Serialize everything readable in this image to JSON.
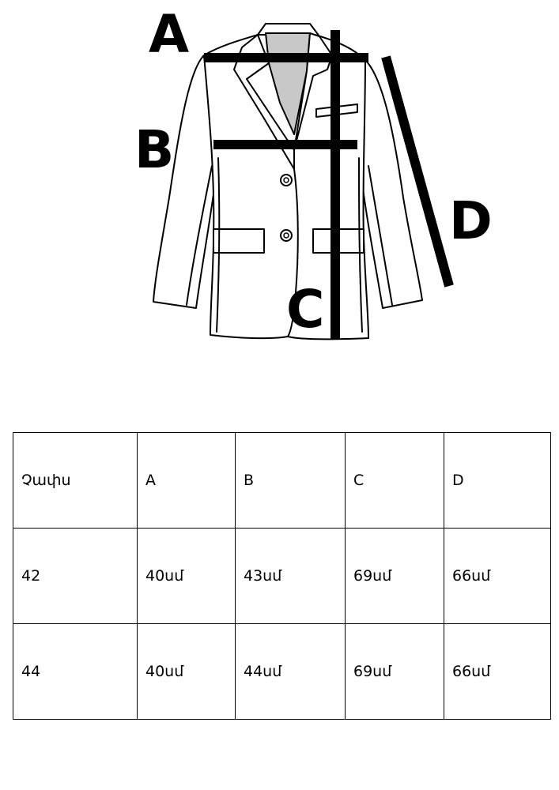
{
  "diagram": {
    "labels": {
      "a": "A",
      "b": "B",
      "c": "C",
      "d": "D"
    },
    "colors": {
      "outline": "#000000",
      "inner_collar": "#c8c8c8",
      "fill": "#ffffff"
    }
  },
  "table": {
    "header": [
      "Չափս",
      "A",
      "B",
      "C",
      "D"
    ],
    "rows": [
      [
        "42",
        "40սմ",
        "43սմ",
        "69սմ",
        "66սմ"
      ],
      [
        "44",
        "40սմ",
        "44սմ",
        "69սմ",
        "66սմ"
      ]
    ]
  }
}
